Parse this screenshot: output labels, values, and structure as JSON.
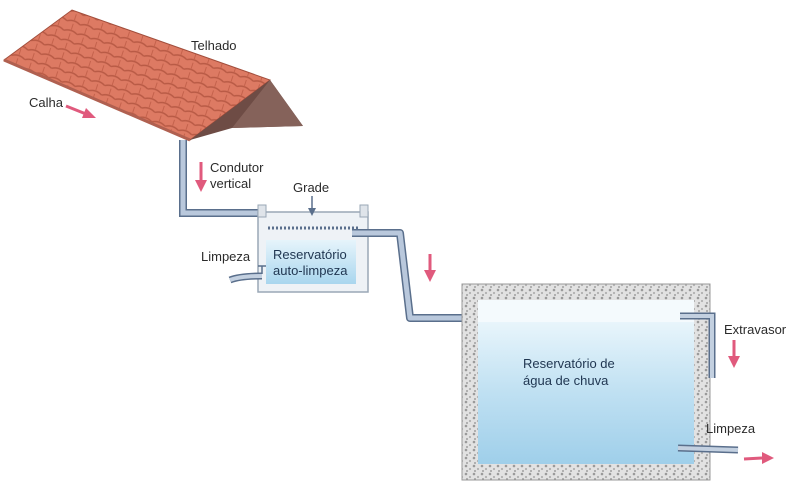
{
  "labels": {
    "roof": "Telhado",
    "gutter": "Calha",
    "downpipe_line1": "Condutor",
    "downpipe_line2": "vertical",
    "grate": "Grade",
    "cleaning_left": "Limpeza",
    "self_clean_line1": "Reservatório",
    "self_clean_line2": "auto-limpeza",
    "rain_tank_line1": "Reservatório de",
    "rain_tank_line2": "água de chuva",
    "overflow": "Extravasor",
    "cleaning_right": "Limpeza"
  },
  "colors": {
    "roof_tile": "#d9735c",
    "roof_shadow": "#6b4b44",
    "pipe": "#a9bbd3",
    "pipe_outline": "#5a6f8c",
    "water": "#bfe0f2",
    "concrete": "#d8d8d8",
    "arrow": "#e05a7d"
  }
}
